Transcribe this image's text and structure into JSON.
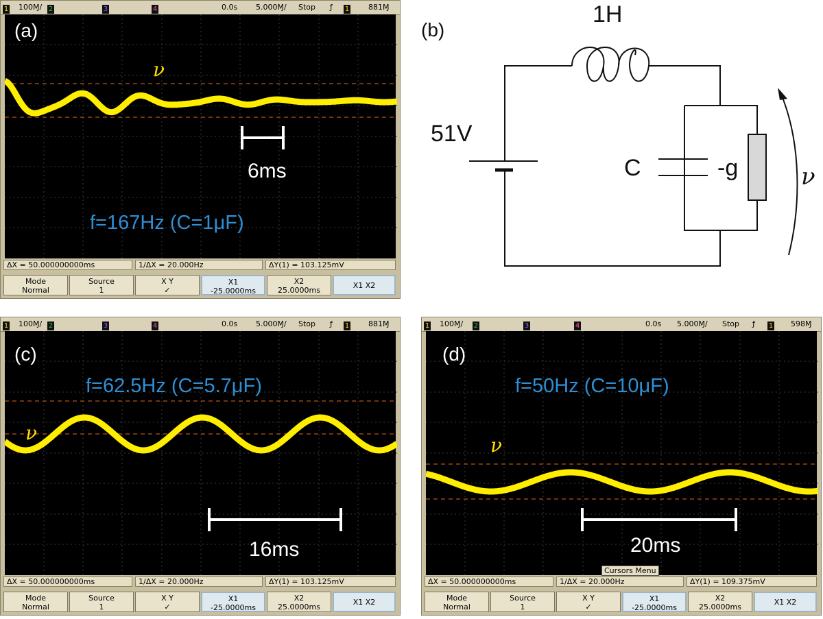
{
  "panels": [
    {
      "label": "(a)",
      "topbar": {
        "ch1": "1",
        "scale": "100Ɱ/",
        "ch2": "2",
        "ch3": "3",
        "ch4": "4",
        "time": "0.0s",
        "timebase": "5.000Ɱ/",
        "run": "Stop",
        "trig": "ƒ",
        "trigch": "1",
        "level": "881Ɱ"
      },
      "freq": "f=167Hz  (C=1μF)",
      "span": "6ms",
      "trace_name": "ν",
      "measure": {
        "dx": "ΔX = 50.000000000ms",
        "inv_dx": "1/ΔX = 20.000Hz",
        "dy": "ΔY(1) = 103.125mV"
      },
      "softkeys": [
        {
          "l1": "Mode",
          "l2": "Normal"
        },
        {
          "l1": "Source",
          "l2": "1"
        },
        {
          "l1": "X      Y",
          "l2": "✓"
        },
        {
          "l1": "X1",
          "l2": "-25.0000ms"
        },
        {
          "l1": "X2",
          "l2": "25.0000ms"
        },
        {
          "l1": "X1 X2",
          "l2": ""
        }
      ]
    },
    {
      "label": "(c)",
      "topbar": {
        "ch1": "1",
        "scale": "100Ɱ/",
        "ch2": "2",
        "ch3": "3",
        "ch4": "4",
        "time": "0.0s",
        "timebase": "5.000Ɱ/",
        "run": "Stop",
        "trig": "ƒ",
        "trigch": "1",
        "level": "881Ɱ"
      },
      "freq": "f=62.5Hz  (C=5.7μF)",
      "span": "16ms",
      "trace_name": "ν",
      "measure": {
        "dx": "ΔX = 50.000000000ms",
        "inv_dx": "1/ΔX = 20.000Hz",
        "dy": "ΔY(1) = 103.125mV"
      },
      "softkeys": [
        {
          "l1": "Mode",
          "l2": "Normal"
        },
        {
          "l1": "Source",
          "l2": "1"
        },
        {
          "l1": "X      Y",
          "l2": "✓"
        },
        {
          "l1": "X1",
          "l2": "-25.0000ms"
        },
        {
          "l1": "X2",
          "l2": "25.0000ms"
        },
        {
          "l1": "X1 X2",
          "l2": ""
        }
      ]
    },
    {
      "label": "(d)",
      "topbar": {
        "ch1": "1",
        "scale": "100Ɱ/",
        "ch2": "2",
        "ch3": "3",
        "ch4": "4",
        "time": "0.0s",
        "timebase": "5.000Ɱ/",
        "run": "Stop",
        "trig": "ƒ",
        "trigch": "1",
        "level": "598Ɱ"
      },
      "freq": "f=50Hz  (C=10μF)",
      "span": "20ms",
      "trace_name": "ν",
      "cursors_menu": "Cursors Menu",
      "measure": {
        "dx": "ΔX = 50.000000000ms",
        "inv_dx": "1/ΔX = 20.000Hz",
        "dy": "ΔY(1) = 109.375mV"
      },
      "softkeys": [
        {
          "l1": "Mode",
          "l2": "Normal"
        },
        {
          "l1": "Source",
          "l2": "1"
        },
        {
          "l1": "X      Y",
          "l2": "✓"
        },
        {
          "l1": "X1",
          "l2": "-25.0000ms"
        },
        {
          "l1": "X2",
          "l2": "25.0000ms"
        },
        {
          "l1": "X1 X2",
          "l2": ""
        }
      ]
    }
  ],
  "circuit": {
    "label": "(b)",
    "inductor": "1H",
    "source": "51V",
    "capacitor": "C",
    "conductance": "-g",
    "voltage": "ν"
  },
  "colors": {
    "trace": "#ffee00",
    "freq_text": "#2f8fd6",
    "grid": "#3a3a3a",
    "marker": "#b8541a"
  }
}
